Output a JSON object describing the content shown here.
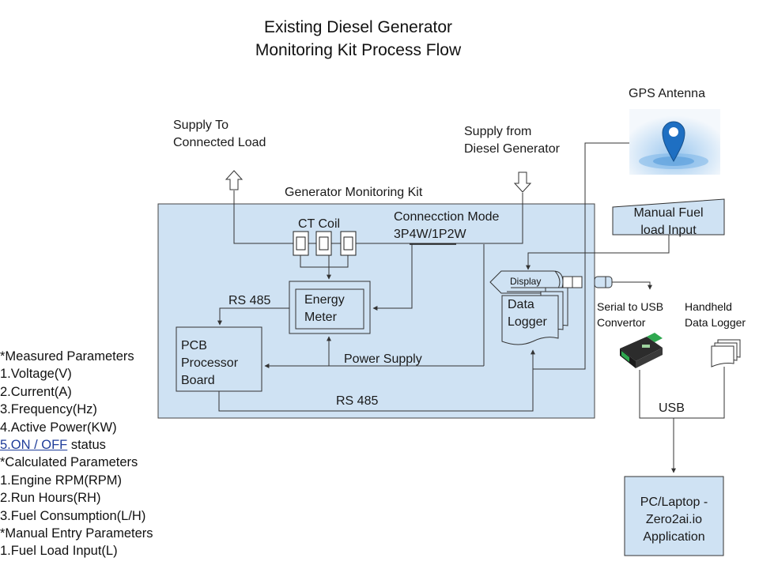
{
  "title": {
    "line1": "Existing Diesel Generator",
    "line2": "Monitoring Kit Process Flow"
  },
  "labels": {
    "supply_to_line1": "Supply To",
    "supply_to_line2": "Connected Load",
    "supply_from_line1": "Supply from",
    "supply_from_line2": "Diesel Generator",
    "gps_antenna": "GPS Antenna",
    "kit_title": "Generator Monitoring Kit",
    "ct_coil": "CT Coil",
    "connection_mode_line1": "Connecction Mode",
    "connection_mode_line2": "3P4W/1P2W",
    "manual_fuel_line1": "Manual Fuel",
    "manual_fuel_line2": "load  Input",
    "display": "Display",
    "rs485_top": "RS 485",
    "energy_meter_line1": "Energy",
    "energy_meter_line2": "Meter",
    "data_logger_line1": "Data",
    "data_logger_line2": "Logger",
    "serial_usb_line1": "Serial to USB",
    "serial_usb_line2": "Convertor",
    "handheld_line1": "Handheld",
    "handheld_line2": "Data Logger",
    "pcb_line1": "PCB",
    "pcb_line2": "Processor",
    "pcb_line3": "Board",
    "power_supply": "Power Supply",
    "rs485_bottom": "RS 485",
    "usb": "USB",
    "pc_line1": "PC/Laptop -",
    "pc_line2": "Zero2ai.io",
    "pc_line3": "Application"
  },
  "parameters": {
    "measured_header": "*Measured Parameters",
    "measured": [
      "1.Voltage(V)",
      "2.Current(A)",
      "3.Frequency(Hz)",
      "4.Active Power(KW)"
    ],
    "onoff_link": "5.ON / OFF",
    "onoff_suffix": " status",
    "calculated_header": "*Calculated Parameters",
    "calculated": [
      "1.Engine RPM(RPM)",
      "2.Run Hours(RH)",
      "3.Fuel Consumption(L/H)"
    ],
    "manual_header": "*Manual Entry Parameters",
    "manual": [
      "1.Fuel Load Input(L)"
    ]
  },
  "colors": {
    "kit_fill": "#cfe2f3",
    "box_fill": "#cfe2f3",
    "line": "#333333",
    "link": "#1f3d9a",
    "pin": "#1e6fc2"
  },
  "icons": {
    "gps": "map-pin-icon",
    "converter": "serial-usb-converter-icon",
    "handheld": "handheld-data-logger-icon",
    "usb_plug": "usb-plug-icon",
    "arrow_up": "hollow-arrow-up-icon",
    "arrow_down": "hollow-arrow-down-icon"
  }
}
